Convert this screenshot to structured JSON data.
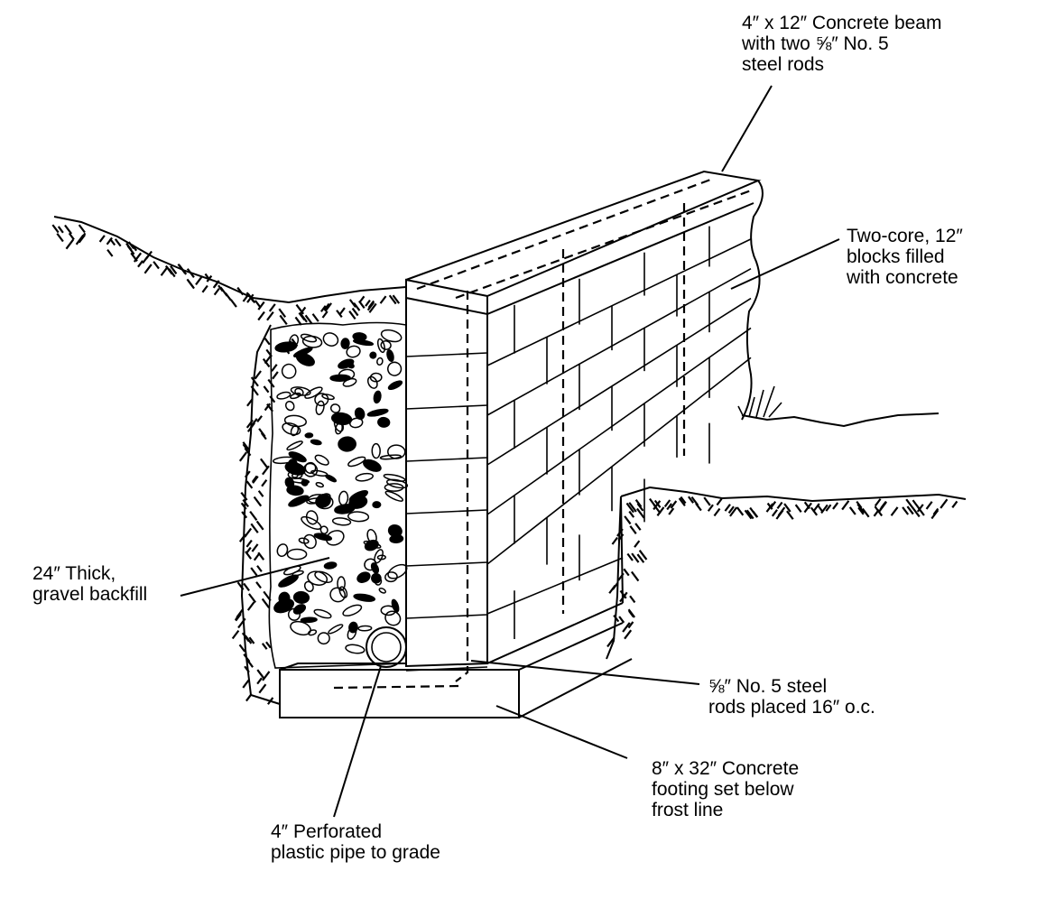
{
  "labels": {
    "beam": [
      "4″ x 12″ Concrete beam",
      "with two ⅝″ No. 5",
      "steel rods"
    ],
    "blocks": [
      "Two-core, 12″",
      "blocks filled",
      "with concrete"
    ],
    "gravel": [
      "24″ Thick,",
      "gravel backfill"
    ],
    "rods": [
      "⅝″ No. 5 steel",
      "rods placed 16″ o.c."
    ],
    "footing": [
      "8″ x 32″ Concrete",
      "footing set below",
      "frost line"
    ],
    "pipe": [
      "4″ Perforated",
      "plastic pipe to grade"
    ]
  }
}
